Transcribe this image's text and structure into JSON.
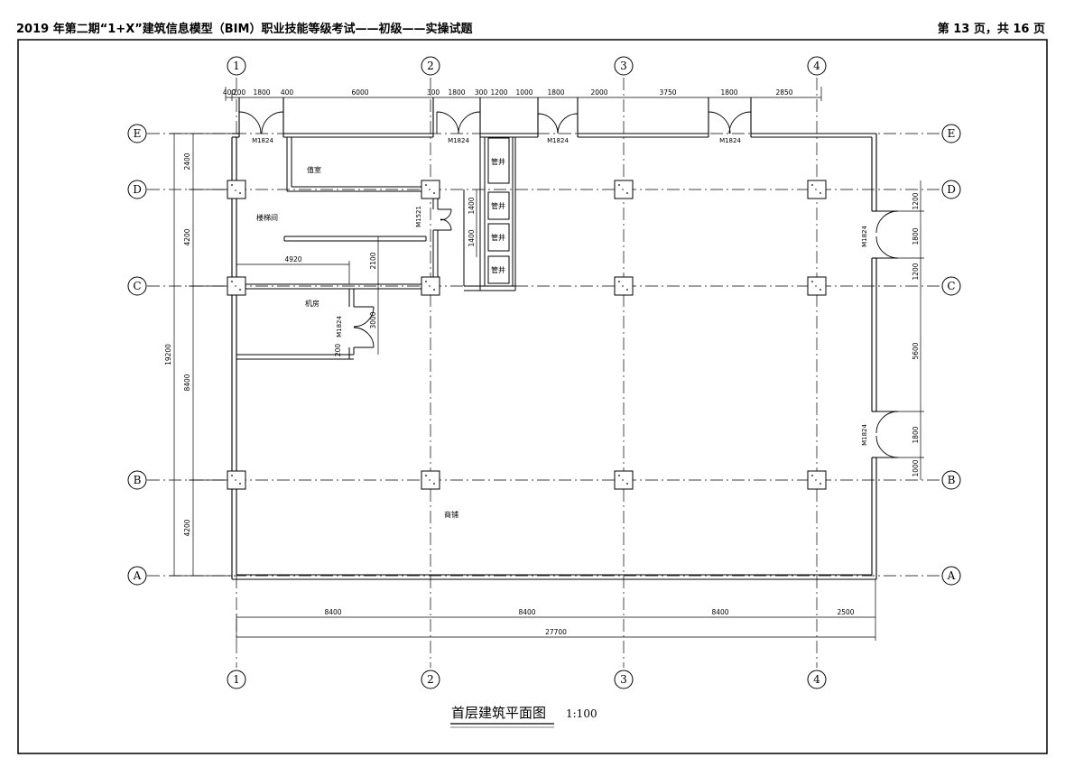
{
  "header": {
    "title": "2019 年第二期“1+X”建筑信息模型（BIM）职业技能等级考试——初级——实操试题",
    "page": "第 13 页，共 16 页"
  },
  "drawing": {
    "caption": "首层建筑平面图",
    "scale": "1:100",
    "grid_columns": [
      "1",
      "2",
      "3",
      "4"
    ],
    "grid_rows": [
      "A",
      "B",
      "C",
      "D",
      "E"
    ],
    "rooms": {
      "office": "值室",
      "stair": "楼梯间",
      "machine": "机房",
      "shop": "商铺",
      "shaft1": "管井",
      "shaft2": "管井",
      "shaft3": "管井",
      "shaft4": "管井"
    },
    "doors": {
      "e1": "M1824",
      "e2": "M1824",
      "e3": "M1824",
      "e4": "M1824",
      "interior_stair": "M1521",
      "interior_machine": "M1824",
      "right_upper": "M1824",
      "right_lower": "M1824"
    },
    "top_dims": [
      "400",
      "200",
      "1800",
      "400",
      "6000",
      "300",
      "1800",
      "300",
      "1200",
      "1000",
      "1800",
      "2000",
      "3750",
      "1800",
      "2850"
    ],
    "left_dims": {
      "seg_ed": "2400",
      "seg_dc": "4200",
      "seg_cb": "8400",
      "seg_ba": "4200",
      "total": "19200"
    },
    "bottom_dims": {
      "seg1": "8400",
      "seg2": "8400",
      "seg3": "8400",
      "seg4": "2500",
      "total": "27700"
    },
    "right_dims": [
      "1200",
      "1800",
      "1200",
      "5600",
      "1800",
      "1000"
    ],
    "interior_dims": {
      "shaft_1400_a": "1400",
      "shaft_1400_b": "1400",
      "w4920": "4920",
      "d2100": "2100",
      "d3000": "3000",
      "d200": "200"
    }
  }
}
